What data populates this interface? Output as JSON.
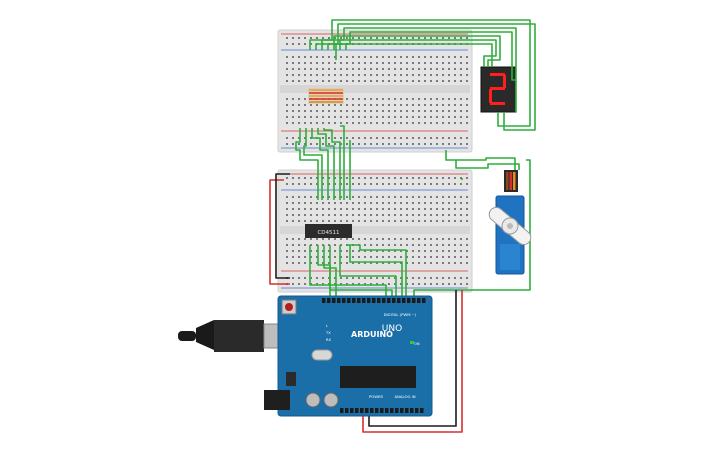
{
  "labels": {
    "seven_segment_digit": "2",
    "ic_chip": "CD4511",
    "arduino_brand": "ARDUINO",
    "arduino_model": "UNO",
    "digital_header": "DIGITAL (PWM ~)",
    "analog_header": "ANALOG IN",
    "power_header": "POWER",
    "on_led": "ON",
    "tx": "TX",
    "rx": "RX",
    "led_l": "L"
  },
  "colors": {
    "breadboard": "#e4e4e4",
    "hole": "#7a7a7a",
    "rail_red": "#d63b3b",
    "rail_blue": "#3b6fd6",
    "wire_green": "#2fae3c",
    "wire_red": "#d62f2f",
    "wire_black": "#1c1c1c",
    "arduino_blue": "#1b6fa8",
    "servo_blue": "#1f73c0",
    "seg_red": "#ff1f1f"
  },
  "components": [
    "breadboard-top",
    "breadboard-bottom",
    "seven-segment-display",
    "resistor-array",
    "cd4511-decoder",
    "servo-motor",
    "arduino-uno",
    "usb-cable"
  ]
}
